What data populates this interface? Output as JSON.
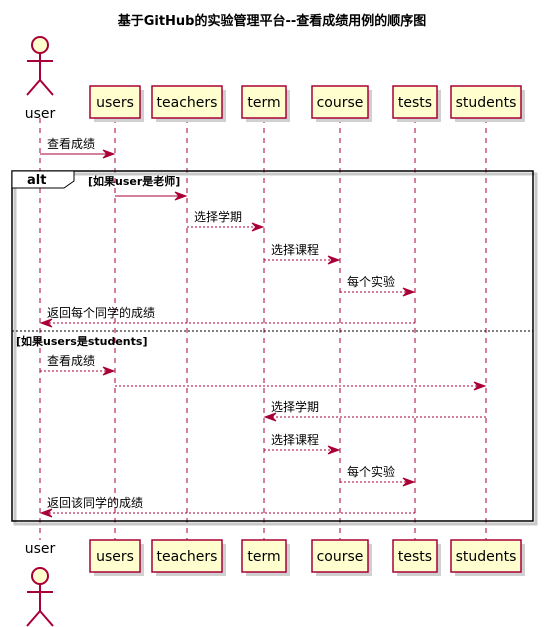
{
  "title": "基于GitHub的实验管理平台--查看成绩用例的顺序图",
  "participants": [
    {
      "id": "user",
      "label": "user",
      "kind": "actor"
    },
    {
      "id": "users",
      "label": "users",
      "kind": "box"
    },
    {
      "id": "teachers",
      "label": "teachers",
      "kind": "box"
    },
    {
      "id": "term",
      "label": "term",
      "kind": "box"
    },
    {
      "id": "course",
      "label": "course",
      "kind": "box"
    },
    {
      "id": "tests",
      "label": "tests",
      "kind": "box"
    },
    {
      "id": "students",
      "label": "students",
      "kind": "box"
    }
  ],
  "alt": {
    "keyword": "alt",
    "guard1": "[如果user是老师]",
    "guard2": "[如果users是students]"
  },
  "messages": [
    {
      "from": "user",
      "to": "users",
      "label": "查看成绩",
      "style": "solid"
    },
    {
      "from": "users",
      "to": "teachers",
      "label": "",
      "style": "solid"
    },
    {
      "from": "teachers",
      "to": "term",
      "label": "选择学期",
      "style": "dashed"
    },
    {
      "from": "term",
      "to": "course",
      "label": "选择课程",
      "style": "dashed"
    },
    {
      "from": "course",
      "to": "tests",
      "label": "每个实验",
      "style": "dashed"
    },
    {
      "from": "tests",
      "to": "user",
      "label": "返回每个同学的成绩",
      "style": "dashed"
    },
    {
      "from": "user",
      "to": "users",
      "label": "查看成绩",
      "style": "dashed"
    },
    {
      "from": "users",
      "to": "students",
      "label": "",
      "style": "dashed"
    },
    {
      "from": "students",
      "to": "term",
      "label": "选择学期",
      "style": "dashed"
    },
    {
      "from": "term",
      "to": "course",
      "label": "选择课程",
      "style": "dashed"
    },
    {
      "from": "course",
      "to": "tests",
      "label": "每个实验",
      "style": "dashed"
    },
    {
      "from": "tests",
      "to": "user",
      "label": "返回该同学的成绩",
      "style": "dashed"
    }
  ]
}
